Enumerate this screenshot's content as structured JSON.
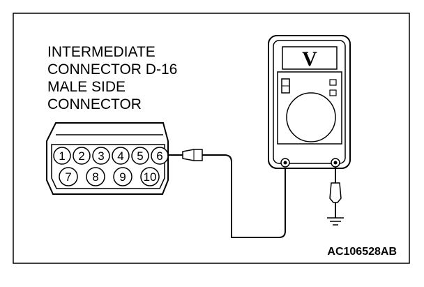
{
  "diagram": {
    "label_lines": [
      "INTERMEDIATE",
      "CONNECTOR D-16",
      "MALE SIDE",
      "CONNECTOR"
    ],
    "connector": {
      "pins_top": [
        "1",
        "2",
        "3",
        "4",
        "5",
        "6"
      ],
      "pins_bottom": [
        "7",
        "8",
        "9",
        "10"
      ],
      "probed_pin": "6"
    },
    "meter": {
      "mode_symbol": "V"
    },
    "figure_id": "AC106528AB"
  },
  "colors": {
    "line": "#000000",
    "background": "#ffffff"
  }
}
